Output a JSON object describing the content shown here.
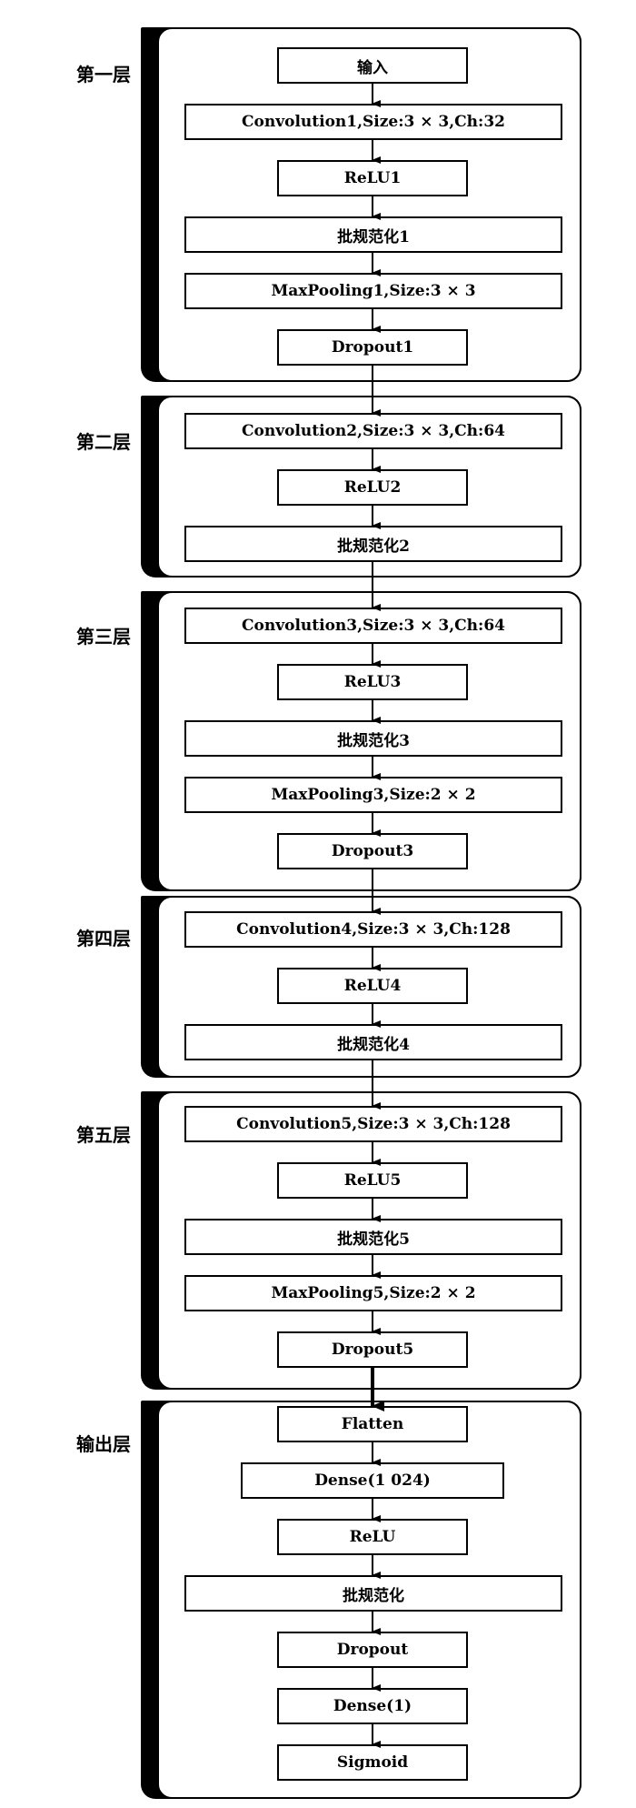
{
  "layers": [
    {
      "label": "第一层",
      "blocks": [
        "输入",
        "Convolution1,Size:3 × 3,Ch:32",
        "ReLU1",
        "批规范化1",
        "MaxPooling1,Size:3 × 3",
        "Dropout1"
      ]
    },
    {
      "label": "第二层",
      "blocks": [
        "Convolution2,Size:3 × 3,Ch:64",
        "ReLU2",
        "批规范化2"
      ]
    },
    {
      "label": "第三层",
      "blocks": [
        "Convolution3,Size:3 × 3,Ch:64",
        "ReLU3",
        "批规范化3",
        "MaxPooling3,Size:2 × 2",
        "Dropout3"
      ]
    },
    {
      "label": "第四层",
      "blocks": [
        "Convolution4,Size:3 × 3,Ch:128",
        "ReLU4",
        "批规范化4"
      ]
    },
    {
      "label": "第五层",
      "blocks": [
        "Convolution5,Size:3 × 3,Ch:128",
        "ReLU5",
        "批规范化5",
        "MaxPooling5,Size:2 × 2",
        "Dropout5"
      ]
    },
    {
      "label": "输出层",
      "blocks": [
        "Flatten",
        "Dense(1 024)",
        "ReLU",
        "批规范化",
        "Dropout",
        "Dense(1)",
        "Sigmoid"
      ]
    }
  ]
}
